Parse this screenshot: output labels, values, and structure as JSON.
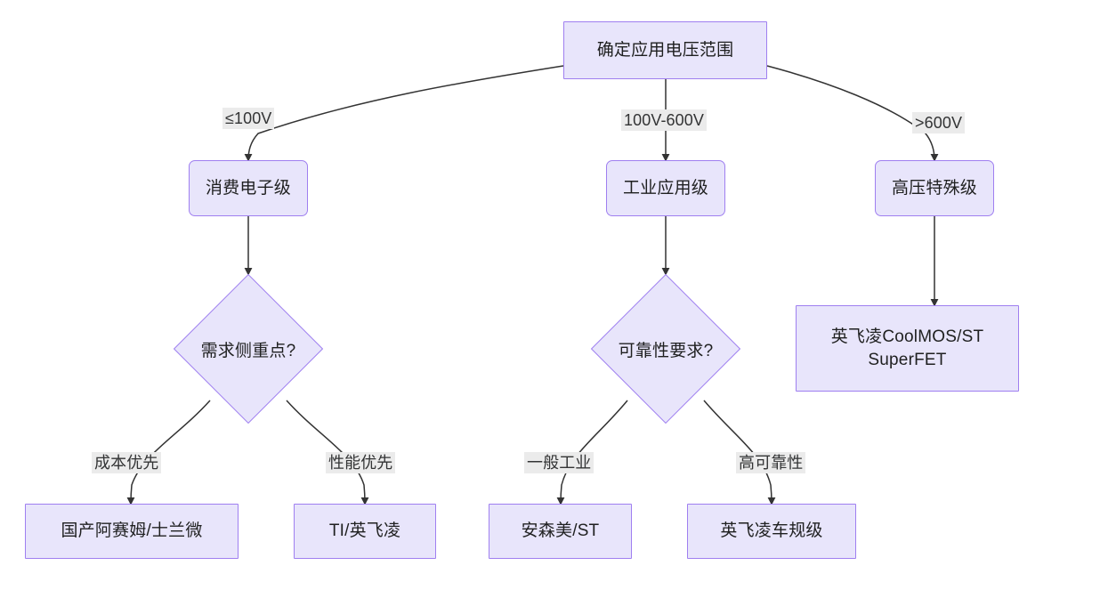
{
  "diagram": {
    "type": "flowchart",
    "title_text": "确定应用电压范围",
    "orientation": "top-down",
    "colors": {
      "node_fill": "#e8e5fb",
      "node_border": "#9f7ff0",
      "edge_stroke": "#333333",
      "edge_label_bg": "#ebebeb",
      "text": "#1f2020",
      "background": "#ffffff"
    },
    "nodes": {
      "root": {
        "label": "确定应用电压范围",
        "shape": "rect"
      },
      "consumer": {
        "label": "消费电子级",
        "shape": "rounded"
      },
      "industrial": {
        "label": "工业应用级",
        "shape": "rounded"
      },
      "highvoltage": {
        "label": "高压特殊级",
        "shape": "rounded"
      },
      "demand_focus": {
        "label": "需求侧重点?",
        "shape": "diamond"
      },
      "reliability": {
        "label": "可靠性要求?",
        "shape": "diamond"
      },
      "hv_product": {
        "label": "英飞凌CoolMOS/ST\nSuperFET",
        "shape": "rect"
      },
      "cost_product": {
        "label": "国产阿赛姆/士兰微",
        "shape": "rect"
      },
      "perf_product": {
        "label": "TI/英飞凌",
        "shape": "rect"
      },
      "general_product": {
        "label": "安森美/ST",
        "shape": "rect"
      },
      "hirel_product": {
        "label": "英飞凌车规级",
        "shape": "rect"
      }
    },
    "edge_labels": {
      "le100v": "≤100V",
      "mid_range": "100V-600V",
      "gt600v": ">600V",
      "cost_first": "成本优先",
      "perf_first": "性能优先",
      "general_industry": "一般工业",
      "high_reliability": "高可靠性"
    },
    "edges": [
      {
        "from": "root",
        "to": "consumer",
        "label": "≤100V"
      },
      {
        "from": "root",
        "to": "industrial",
        "label": "100V-600V"
      },
      {
        "from": "root",
        "to": "highvoltage",
        "label": ">600V"
      },
      {
        "from": "consumer",
        "to": "demand_focus",
        "label": ""
      },
      {
        "from": "industrial",
        "to": "reliability",
        "label": ""
      },
      {
        "from": "highvoltage",
        "to": "hv_product",
        "label": ""
      },
      {
        "from": "demand_focus",
        "to": "cost_product",
        "label": "成本优先"
      },
      {
        "from": "demand_focus",
        "to": "perf_product",
        "label": "性能优先"
      },
      {
        "from": "reliability",
        "to": "general_product",
        "label": "一般工业"
      },
      {
        "from": "reliability",
        "to": "hirel_product",
        "label": "高可靠性"
      }
    ]
  }
}
